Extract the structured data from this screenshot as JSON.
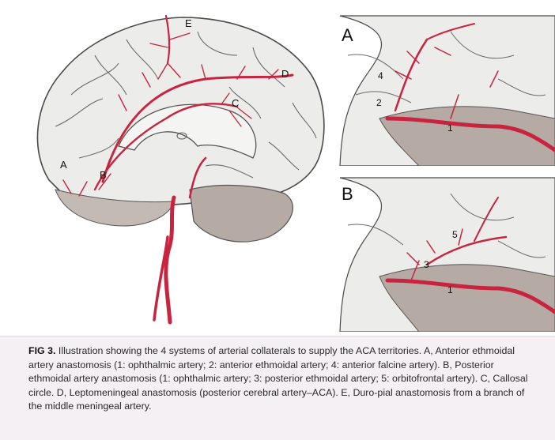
{
  "figure": {
    "main_labels": {
      "A": "A",
      "B": "B",
      "C": "C",
      "D": "D",
      "E": "E"
    },
    "inset_a": {
      "panel_label": "A",
      "num_1": "1",
      "num_2": "2",
      "num_4": "4"
    },
    "inset_b": {
      "panel_label": "B",
      "num_1": "1",
      "num_3": "3",
      "num_5": "5"
    }
  },
  "caption": {
    "fig_label": "FIG 3.",
    "text": "Illustration showing the 4 systems of arterial collaterals to supply the ACA territories. A, Anterior ethmoidal artery anastomosis (1: ophthalmic artery; 2: anterior ethmoidal artery; 4: anterior falcine artery). B, Posterior ethmoidal artery anastomosis (1: ophthalmic artery; 3: posterior ethmoidal artery; 5: orbitofrontal artery). C, Callosal circle. D, Leptomeningeal anastomosis (posterior cerebral artery–ACA). E, Duro-pial anastomosis from a branch of the middle meningeal artery."
  },
  "colors": {
    "artery": "#c8243f",
    "brain": "#ececea",
    "outline": "#4a4a4a",
    "base": "#b5aaa4"
  }
}
